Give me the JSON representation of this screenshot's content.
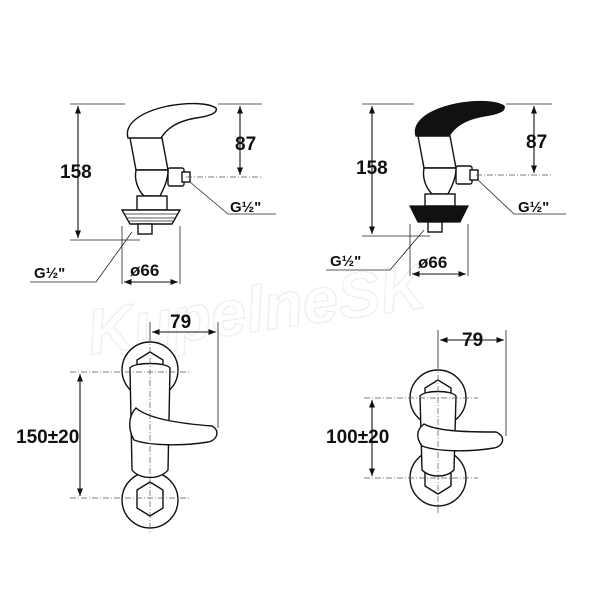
{
  "watermark": "KupelneSK",
  "views": {
    "front_left": {
      "height_label": "158",
      "outlet_height_label": "87",
      "outlet_thread_label": "G½\"",
      "inlet_thread_label": "G½\"",
      "diameter_label": "ø66"
    },
    "front_right": {
      "height_label": "158",
      "outlet_height_label": "87",
      "outlet_thread_label": "G½\"",
      "inlet_thread_label": "G½\"",
      "diameter_label": "ø66"
    },
    "top_left": {
      "depth_label": "79",
      "spacing_label": "150±20"
    },
    "top_right": {
      "depth_label": "79",
      "spacing_label": "100±20"
    }
  },
  "colors": {
    "line": "#111111",
    "watermark": "#eceff3"
  }
}
